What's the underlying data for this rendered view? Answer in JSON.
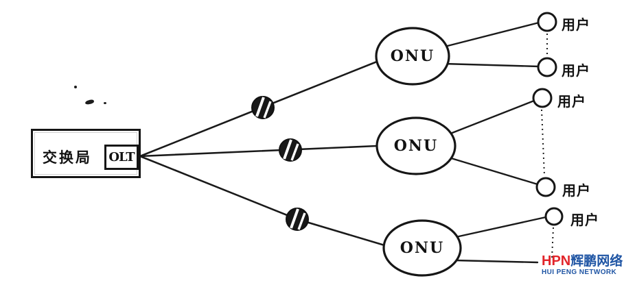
{
  "diagram": {
    "title_hint": "PON network topology",
    "central_office": "交换局",
    "olt": "OLT",
    "onu_labels": [
      "ONU",
      "ONU",
      "ONU"
    ],
    "user_labels": [
      "用户",
      "用户",
      "用户",
      "用户",
      "用户"
    ],
    "splitter_count": 3
  },
  "logo": {
    "abbr": "HPN",
    "name_cn": "辉鹏网络",
    "name_en": "HUI PENG NETWORK",
    "abbr_color": "#e2242a",
    "name_color": "#1f55a4"
  },
  "colors": {
    "line": "#1a1a1a",
    "background": "#ffffff"
  }
}
